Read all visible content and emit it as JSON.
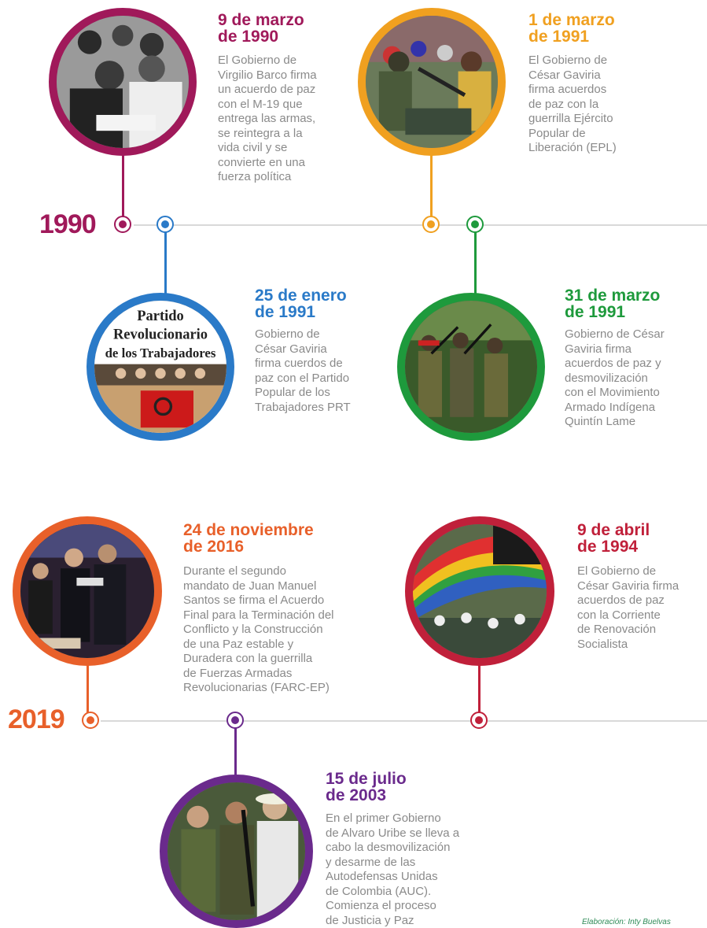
{
  "years": {
    "first": "1990",
    "second": "2019"
  },
  "events": [
    {
      "id": "e1",
      "date_line1": "9 de marzo",
      "date_line2": "de 1990",
      "color": "#a0195a",
      "desc": [
        "El Gobierno de",
        "Virgilio Barco firma",
        "un acuerdo de paz",
        "con el M-19 que",
        "entrega las armas,",
        "se reintegra a la",
        "vida civil y se",
        "convierte en una",
        "fuerza política"
      ]
    },
    {
      "id": "e2",
      "date_line1": "1 de marzo",
      "date_line2": "de 1991",
      "color": "#f0a020",
      "desc": [
        "El Gobierno de",
        "César Gaviria",
        "firma acuerdos",
        "de paz con la",
        "guerrilla Ejército",
        "Popular de",
        "Liberación (EPL)"
      ]
    },
    {
      "id": "e3",
      "date_line1": "25 de enero",
      "date_line2": "de 1991",
      "color": "#2a7ac8",
      "desc": [
        "Gobierno de",
        "César Gaviria",
        "firma cuerdos de",
        "paz con el Partido",
        "Popular de los",
        "Trabajadores PRT"
      ]
    },
    {
      "id": "e4",
      "date_line1": "31 de marzo",
      "date_line2": "de 1991",
      "color": "#1e9a3c",
      "desc": [
        "Gobierno de César",
        "Gaviria firma",
        "acuerdos de paz y",
        "desmovilización",
        "con el Movimiento",
        "Armado Indígena",
        "Quintín Lame"
      ]
    },
    {
      "id": "e5",
      "date_line1": "24 de noviembre",
      "date_line2": "de 2016",
      "color": "#e8602a",
      "desc": [
        "Durante el segundo",
        "mandato de Juan Manuel",
        "Santos se firma el Acuerdo",
        "Final para la Terminación del",
        "Conflicto y la Construcción",
        "de una Paz estable y",
        "Duradera con la guerrilla",
        "de Fuerzas Armadas",
        "Revolucionarias (FARC-EP)"
      ]
    },
    {
      "id": "e6",
      "date_line1": "9 de abril",
      "date_line2": "de 1994",
      "color": "#c0203a",
      "desc": [
        "El Gobierno de",
        "César Gaviria firma",
        "acuerdos de paz",
        "con la Corriente",
        "de Renovación",
        "Socialista"
      ]
    },
    {
      "id": "e7",
      "date_line1": "15 de julio",
      "date_line2": "de 2003",
      "color": "#6a2a8c",
      "desc": [
        "En el primer Gobierno",
        "de Alvaro Uribe se lleva a",
        "cabo la desmovilización",
        "y desarme de las",
        "Autodefensas Unidas",
        "de Colombia (AUC).",
        "Comienza el proceso",
        "de Justicia y Paz"
      ]
    }
  ],
  "photo_e3_banner": [
    "Partido",
    "Revolucionario",
    "de los Trabajadores"
  ],
  "credit": "Elaboración: Inty Buelvas"
}
